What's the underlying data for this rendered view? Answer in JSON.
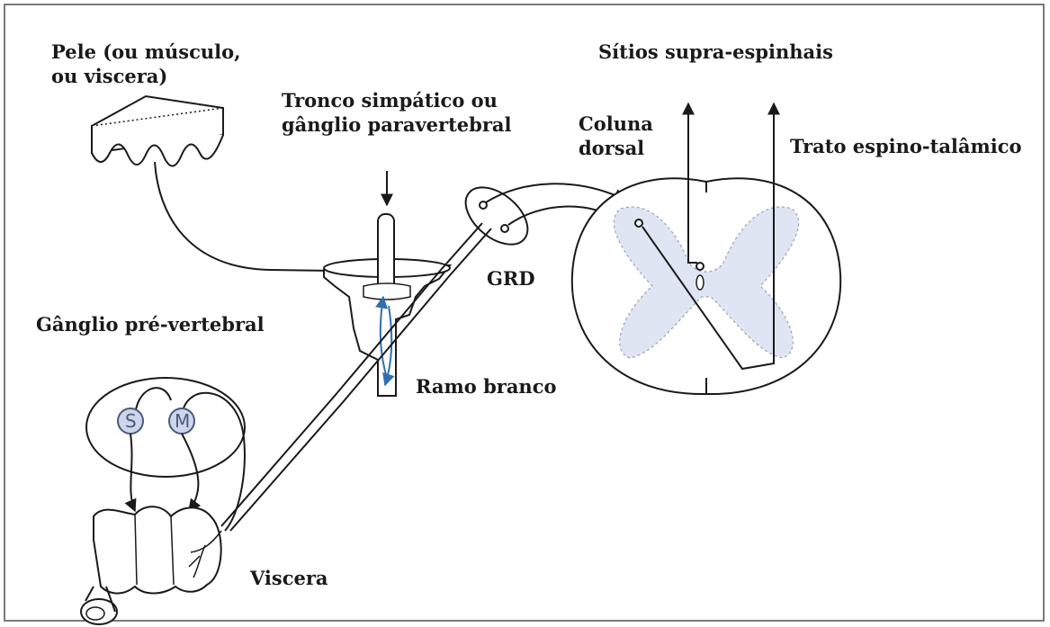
{
  "labels": {
    "pele_line1": "Pele (ou músculo,",
    "pele_line2": "ou viscera)",
    "tronco_line1": "Tronco simpático ou",
    "tronco_line2": "gânglio paravertebral",
    "sitios": "Sítios supra-espinhais",
    "coluna_line1": "Coluna",
    "coluna_line2": "dorsal",
    "trato": "Trato espino-talâmico",
    "grd": "GRD",
    "ganglio_prevertebral": "Gânglio pré-vertebral",
    "ramo_branco": "Ramo branco",
    "viscera": "Viscera"
  },
  "ganglion_cells": {
    "s_letter": "S",
    "m_letter": "M"
  },
  "colors": {
    "line": "#1a1a1a",
    "gray_matter": "#dfe5f3",
    "accent_arrow": "#2f6fb0",
    "frame": "#7a7a7a"
  }
}
